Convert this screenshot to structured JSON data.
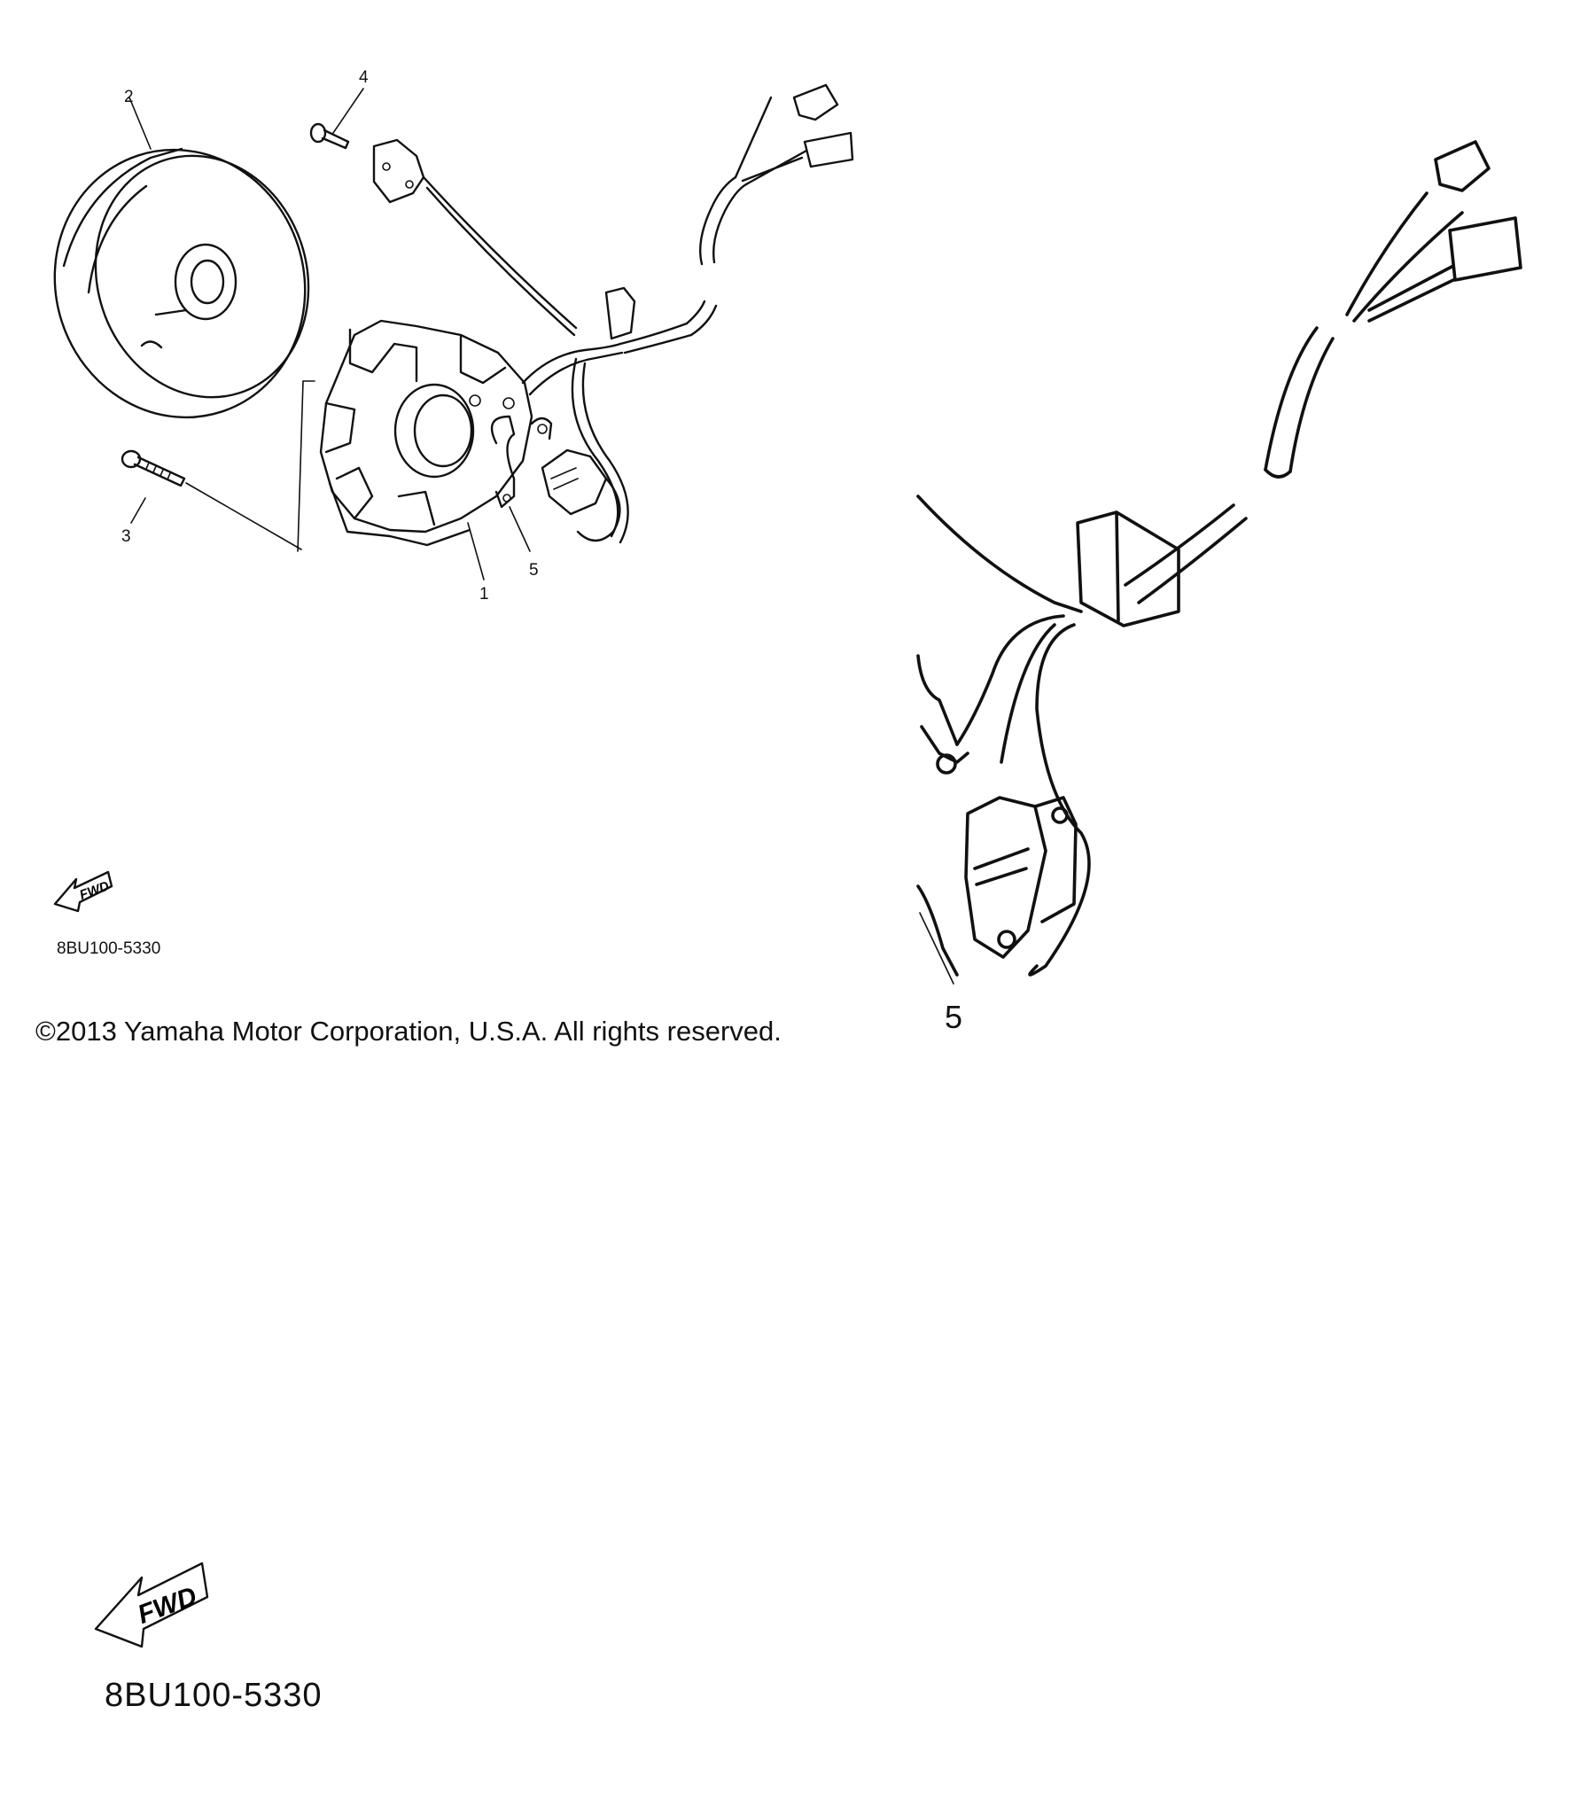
{
  "callouts": {
    "part_1": "1",
    "part_2": "2",
    "part_3": "3",
    "part_4": "4",
    "part_5": "5",
    "detail_part_5": "5"
  },
  "fwd_label": "FWD",
  "diagram_code_small": "8BU100-5330",
  "diagram_code_large": "8BU100-5330",
  "copyright": "©2013 Yamaha Motor Corporation, U.S.A. All rights reserved.",
  "colors": {
    "ink": "#111111",
    "background": "#ffffff"
  }
}
